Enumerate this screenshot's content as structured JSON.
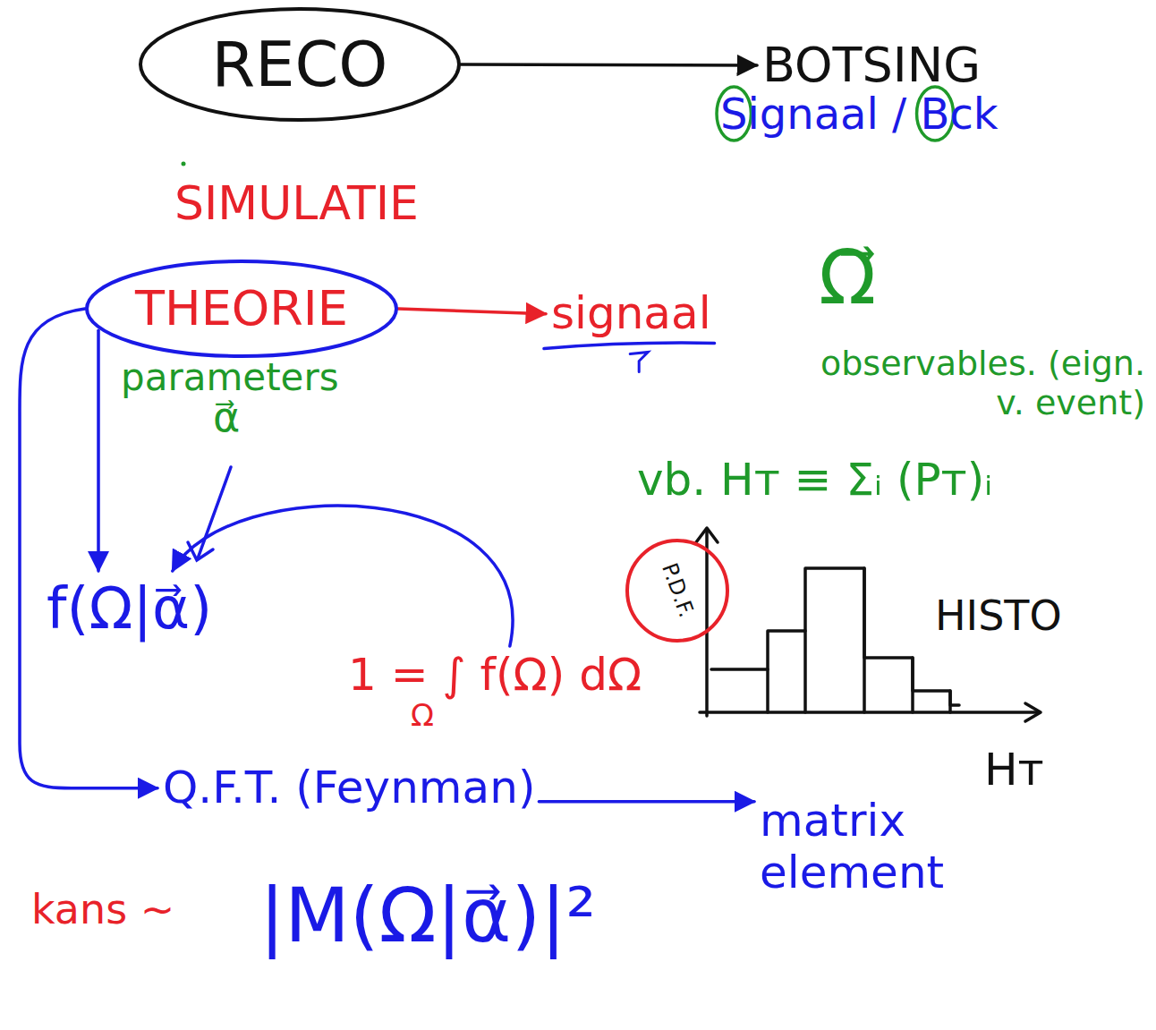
{
  "diagram": {
    "nodes": [
      {
        "text": [
          "RECO"
        ]
      },
      {
        "text": [
          "BOTSING"
        ]
      },
      {
        "text": [
          "THEORIE"
        ]
      },
      {
        "text": [
          "signaal"
        ]
      },
      {
        "text": [
          "f(Ω|α⃗)"
        ]
      },
      {
        "text": [
          "1 = ∫ f(Ω) dΩ",
          "Ω"
        ]
      },
      {
        "text": [
          "P.D.F."
        ]
      },
      {
        "text": [
          "Q.F.T. (Feynman)"
        ]
      },
      {
        "text": [
          "matrix element"
        ]
      }
    ],
    "edges": [
      {
        "from": 0,
        "to": 1,
        "arrow": "to"
      },
      {
        "from": 2,
        "to": 3,
        "arrow": "to"
      },
      {
        "from": 2,
        "to": 4,
        "arrow": "to"
      },
      {
        "from": 5,
        "to": 4,
        "arrow": "to"
      },
      {
        "from": 2,
        "to": 7,
        "arrow": "to"
      },
      {
        "from": 7,
        "to": 8,
        "arrow": "to"
      }
    ],
    "labels": [
      "Signaal / Bck",
      "SIMULATIE",
      "parameters",
      "α⃗",
      "Ω⃗",
      "observables. (eign. v. event)",
      "vb. Hᴛ ≡ Σᵢ (Pᴛ)ᵢ",
      "HISTO",
      "Hᴛ",
      "kans ~",
      "|M(Ω|α⃗)|²"
    ]
  }
}
